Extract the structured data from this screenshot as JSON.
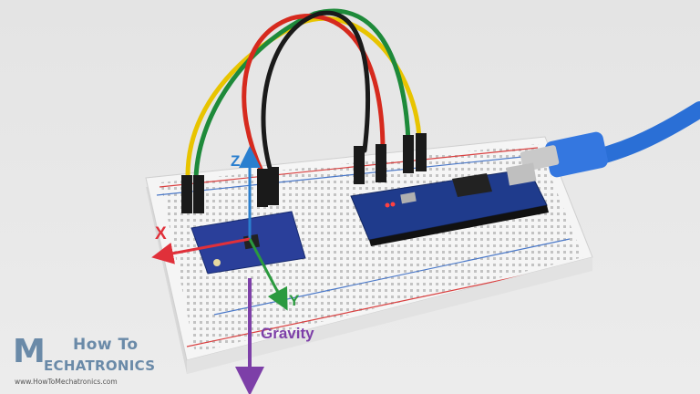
{
  "scene": {
    "labels": {
      "z": "Z",
      "x": "X",
      "y": "Y",
      "gravity": "Gravity"
    },
    "colors": {
      "background": "#e9e9e9",
      "breadboard": "#f4f4f4",
      "sensor_board": "#2a3f9a",
      "nano_board": "#1f3b8c",
      "usb_cable": "#2a6fd6",
      "wire_yellow": "#e8c400",
      "wire_green": "#1e8a3a",
      "wire_red": "#d62a1e",
      "wire_black": "#1a1a1a",
      "axis_z": "#2a7fcf",
      "axis_x": "#e0303a",
      "axis_y": "#2b9a3f",
      "axis_gravity": "#7d3fa8"
    }
  },
  "logo": {
    "mark": "M",
    "line1": "How To",
    "line2": "ECHATRONICS",
    "url": "www.HowToMechatronics.com"
  }
}
